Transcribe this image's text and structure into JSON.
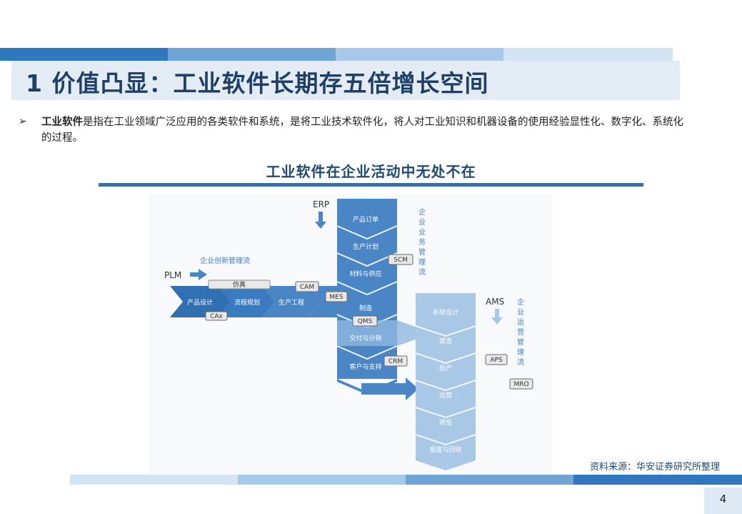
{
  "header": {
    "title": "1 价值凸显：工业软件长期存五倍增长空间"
  },
  "intro": {
    "bullet": "➢",
    "term": "工业软件",
    "text": "是指在工业领域广泛应用的各类软件和系统，是将工业技术软件化，将人对工业知识和机器设备的使用经验显性化、数字化、系统化的过程。"
  },
  "figure": {
    "title": "工业软件在企业活动中无处不在",
    "erp": "ERP",
    "plm": "PLM",
    "ams": "AMS",
    "innovation_flow": "企业创新管理流",
    "business_flow": "企业业务管理流",
    "operation_flow": "企业运营管理流",
    "business_steps": [
      "产品订单",
      "生产计划",
      "材料与供应",
      "制造",
      "交付与分销",
      "客户与支持"
    ],
    "innovation_steps": [
      "产品设计",
      "流程规划",
      "生产工程"
    ],
    "operation_steps": [
      "系统设计",
      "建造",
      "投产",
      "运营",
      "退役",
      "报废与回收"
    ],
    "tags": {
      "simulation": "仿真",
      "cam": "CAM",
      "cax": "CAx",
      "mes": "MES",
      "scm": "SCM",
      "qms": "QMS",
      "crm": "CRM",
      "aps": "APS",
      "mro": "MRO"
    }
  },
  "source": "资料来源：华安证券研究所整理",
  "page_number": "4",
  "colors": {
    "accent_dark": "#1f4a73",
    "flow_blue": "#4a86c5",
    "flow_light": "#a9c8e6"
  }
}
